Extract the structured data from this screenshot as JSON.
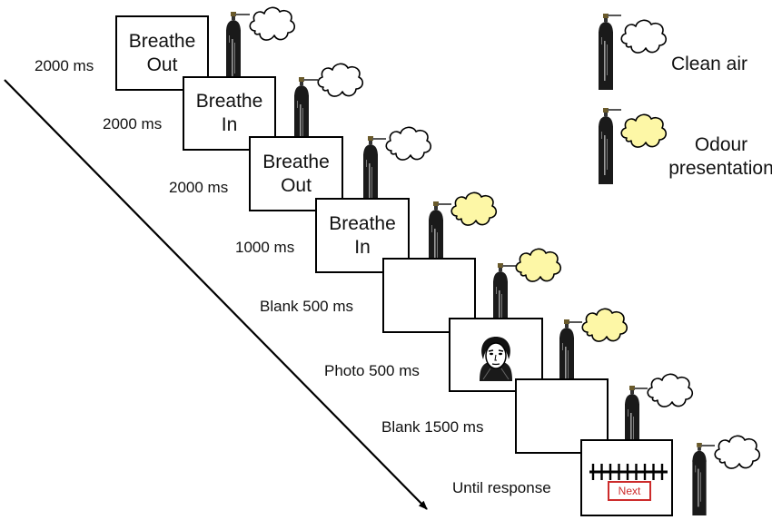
{
  "trial_steps": [
    {
      "frame_lines": [
        "Breathe",
        "Out"
      ],
      "duration": "2000 ms",
      "odour": false
    },
    {
      "frame_lines": [
        "Breathe",
        "In"
      ],
      "duration": "2000 ms",
      "odour": false
    },
    {
      "frame_lines": [
        "Breathe",
        "Out"
      ],
      "duration": "2000 ms",
      "odour": false
    },
    {
      "frame_lines": [
        "Breathe",
        "In"
      ],
      "duration": "1000 ms",
      "odour": true
    },
    {
      "frame_lines": [],
      "duration": "Blank 500 ms",
      "odour": true
    },
    {
      "frame_lines": [],
      "duration": "Photo 500 ms",
      "odour": true,
      "content": "face-photo"
    },
    {
      "frame_lines": [],
      "duration": "Blank 1500 ms",
      "odour": false
    },
    {
      "frame_lines": [],
      "duration": "Until response",
      "odour": false,
      "content": "rating-scale",
      "button": "Next"
    }
  ],
  "legend": {
    "clean_air": {
      "label": "Clean air",
      "cloud_color": "#ffffff"
    },
    "odour": {
      "label_line1": "Odour",
      "label_line2": "presentation",
      "cloud_color": "#fdf7a6"
    }
  },
  "colors": {
    "odour_cloud": "#fdf7a6",
    "clean_cloud": "#ffffff",
    "canister": "#1a1a1a",
    "next_button": "#cc2b2b"
  }
}
